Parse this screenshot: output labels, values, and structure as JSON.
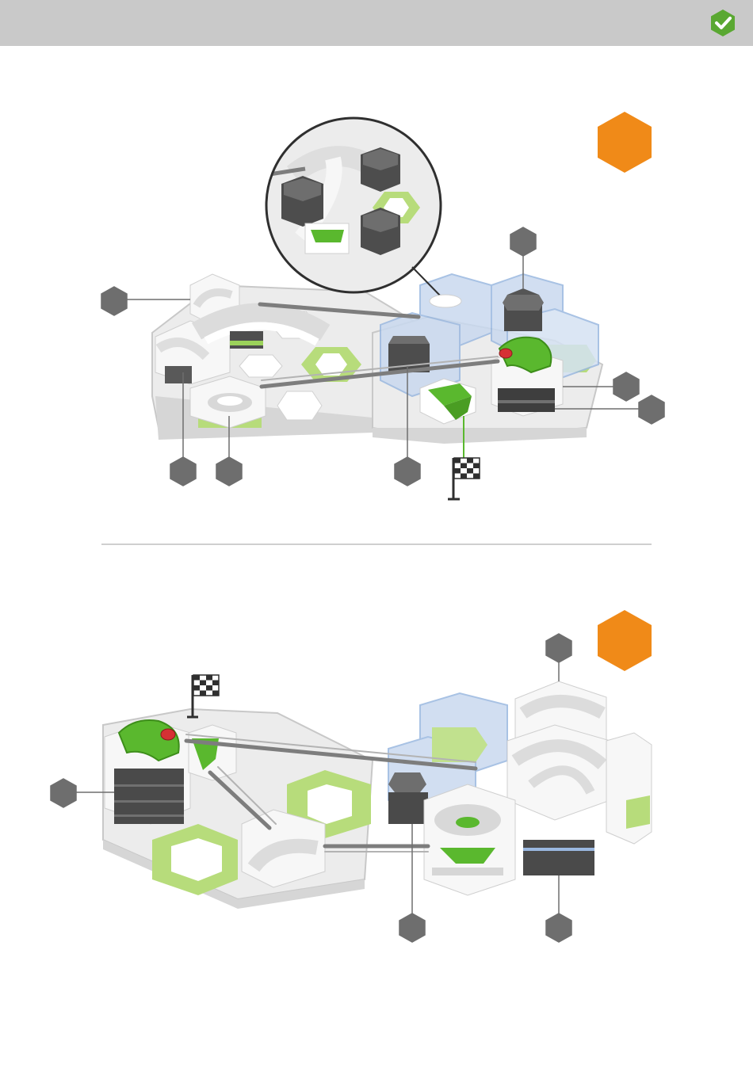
{
  "header": {
    "status_icon": "check-icon",
    "status_color": "#5aa832",
    "bar_color": "#c9c9c9"
  },
  "colors": {
    "accent": "#f08a18",
    "green": "#5ab82e",
    "light_green": "#b7dc7b",
    "marker": "#6e6e6e",
    "glass": "#9ab8e0"
  },
  "steps": [
    {
      "badge": "orange-hexagon",
      "icons": [
        "flag-icon"
      ],
      "callouts": 8
    },
    {
      "badge": "orange-hexagon",
      "icons": [
        "flag-icon"
      ],
      "callouts": 4
    }
  ]
}
